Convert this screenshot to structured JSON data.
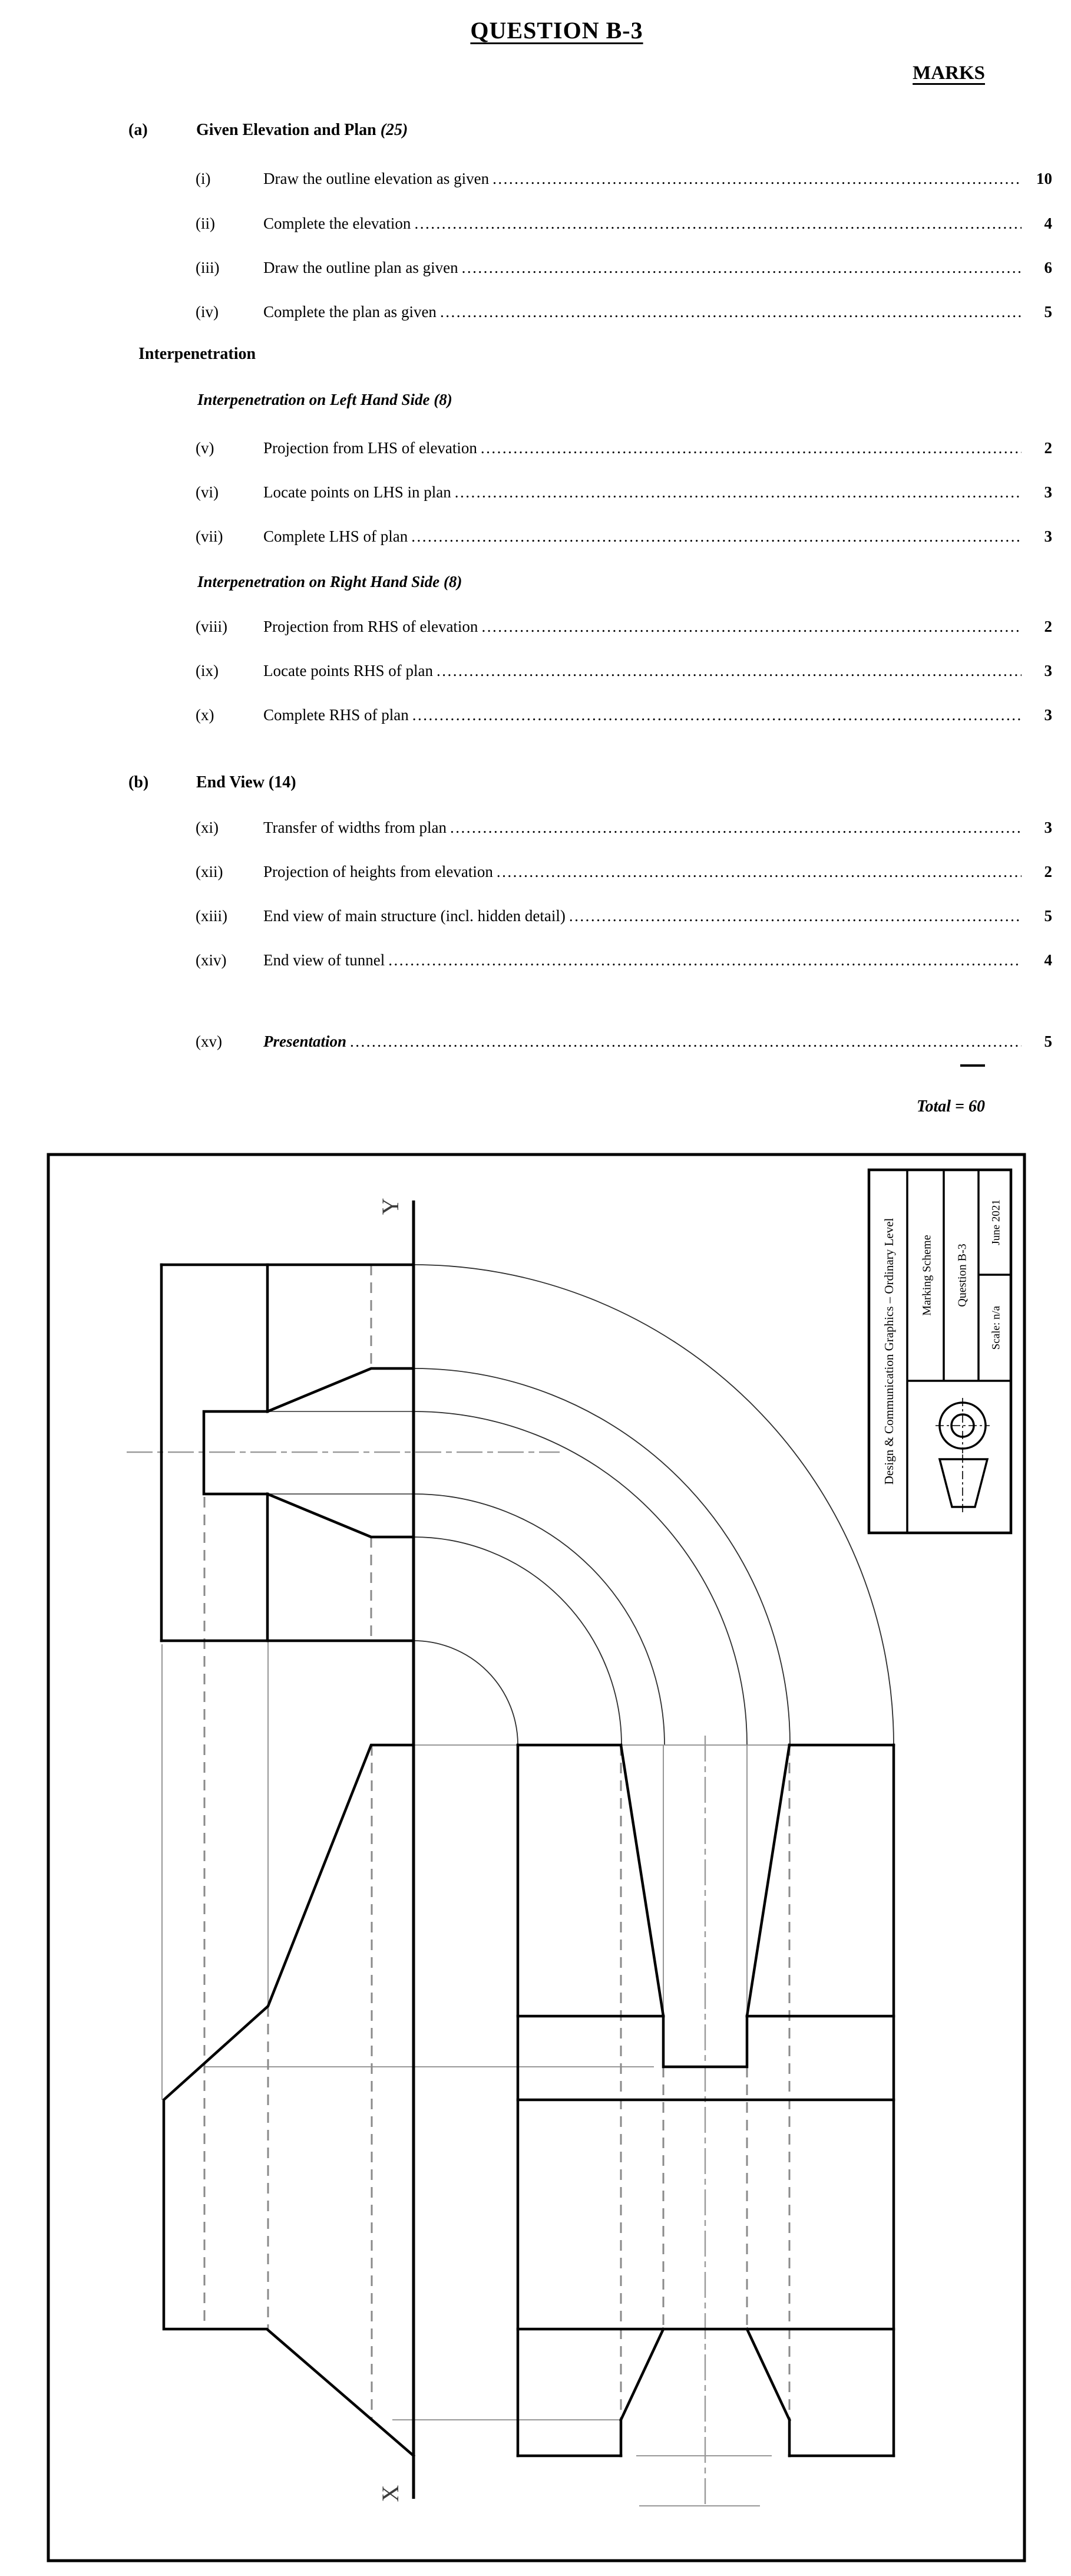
{
  "marks": {
    "title": "QUESTION B-3",
    "heading": "MARKS",
    "section_a": {
      "label": "(a)",
      "title": "Given Elevation and Plan",
      "note": "(25)"
    },
    "items_a": [
      {
        "num": "(i)",
        "text": "Draw the outline elevation as given",
        "mark": "10"
      },
      {
        "num": "(ii)",
        "text": "Complete the elevation",
        "mark": "4"
      },
      {
        "num": "(iii)",
        "text": "Draw the outline plan as given",
        "mark": "6"
      },
      {
        "num": "(iv)",
        "text": "Complete the plan as given",
        "mark": "5"
      }
    ],
    "interp": {
      "heading": "Interpenetration",
      "lhs": "Interpenetration on Left Hand Side (8)",
      "rhs": "Interpenetration on Right Hand Side (8)"
    },
    "items_lhs": [
      {
        "num": "(v)",
        "text": "Projection from LHS of elevation",
        "mark": "2"
      },
      {
        "num": "(vi)",
        "text": "Locate points on LHS in plan",
        "mark": "3"
      },
      {
        "num": "(vii)",
        "text": "Complete LHS of plan",
        "mark": "3"
      }
    ],
    "items_rhs": [
      {
        "num": "(viii)",
        "text": "Projection from RHS of elevation",
        "mark": "2"
      },
      {
        "num": "(ix)",
        "text": "Locate points RHS of plan",
        "mark": "3"
      },
      {
        "num": "(x)",
        "text": "Complete RHS of plan",
        "mark": "3"
      }
    ],
    "section_b": {
      "label": "(b)",
      "title": "End View (14)"
    },
    "items_b": [
      {
        "num": "(xi)",
        "text": "Transfer of widths from plan",
        "mark": "3"
      },
      {
        "num": "(xii)",
        "text": "Projection of heights from elevation",
        "mark": "2"
      },
      {
        "num": "(xiii)",
        "text": "End view of main structure (incl. hidden detail)",
        "mark": "5"
      },
      {
        "num": "(xiv)",
        "text": "End view of tunnel",
        "mark": "4"
      }
    ],
    "presentation": {
      "num": "(xv)",
      "text": "Presentation",
      "mark": "5"
    },
    "total": "Total = 60"
  },
  "drawing": {
    "y_label": "Y",
    "x_label": "X",
    "title_block": {
      "course": "Design & Communication Graphics – Ordinary Level",
      "doc": "Marking Scheme",
      "question": "Question B-3",
      "date": "June 2021",
      "scale": "Scale: n/a"
    }
  }
}
